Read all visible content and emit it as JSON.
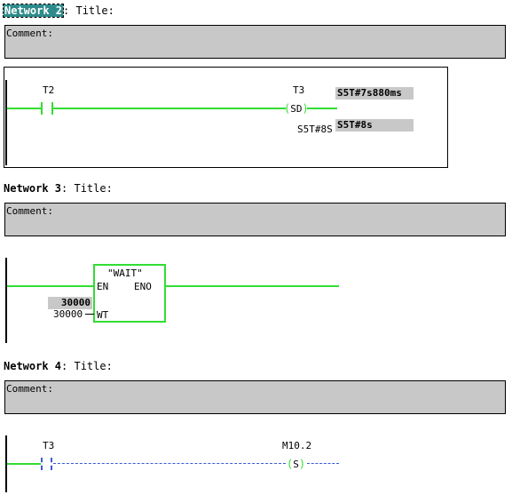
{
  "network2": {
    "label": "Network 2",
    "title_sep": ": Title:",
    "comment": "Comment:",
    "contact_addr": "T2",
    "coil_addr": "T3",
    "coil_type": "SD",
    "time_value": "S5T#8S",
    "status_remaining": "S5T#7s880ms",
    "status_preset": "S5T#8s"
  },
  "network3": {
    "label": "Network 3",
    "title_sep": ": Title:",
    "comment": "Comment:",
    "block_name": "\"WAIT\"",
    "en_label": "EN",
    "eno_label": "ENO",
    "wt_label": "WT",
    "wt_value": "30000",
    "wt_status": "30000"
  },
  "network4": {
    "label": "Network 4",
    "title_sep": ": Title:",
    "comment": "Comment:",
    "contact_addr": "T3",
    "coil_addr": "M10.2",
    "coil_type": "S"
  },
  "colors": {
    "power_flow": "#33dd33",
    "no_flow": "#3a5bd8",
    "status_bg": "#c8c8c8",
    "selection": "#2e8b8b"
  }
}
